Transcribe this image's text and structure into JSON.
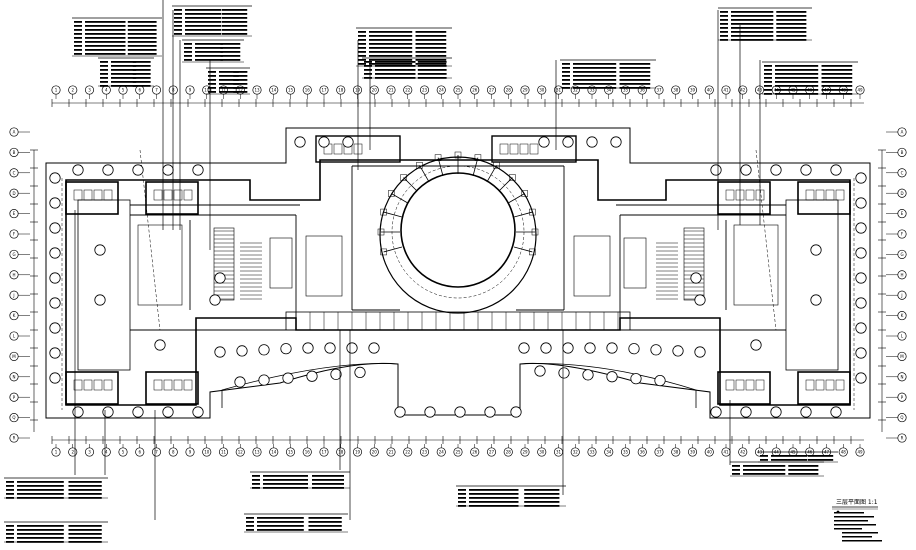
{
  "drawing": {
    "title": "三层平面图  1:1"
  },
  "axis_labels": {
    "top": [
      "1",
      "2",
      "3",
      "4",
      "5",
      "6",
      "7",
      "8",
      "9",
      "10",
      "11",
      "12",
      "13",
      "14",
      "15",
      "16",
      "17",
      "18",
      "19",
      "20",
      "21",
      "22",
      "23",
      "24",
      "25",
      "26",
      "27",
      "28",
      "29",
      "30",
      "31",
      "32",
      "33",
      "34",
      "35",
      "36",
      "37",
      "38",
      "39",
      "40",
      "41",
      "42",
      "43",
      "44",
      "45",
      "46",
      "47",
      "48",
      "49"
    ],
    "bottom": [
      "1",
      "2",
      "3",
      "4",
      "5",
      "6",
      "7",
      "8",
      "9",
      "10",
      "11",
      "12",
      "13",
      "14",
      "15",
      "16",
      "17",
      "18",
      "19",
      "20",
      "21",
      "22",
      "23",
      "24",
      "25",
      "26",
      "27",
      "28",
      "29",
      "30",
      "31",
      "32",
      "33",
      "34",
      "35",
      "36",
      "37",
      "38",
      "39",
      "40",
      "41",
      "42",
      "43",
      "44",
      "45",
      "46",
      "47",
      "48",
      "49"
    ],
    "left": [
      "A",
      "B",
      "C",
      "D",
      "E",
      "F",
      "G",
      "H",
      "J",
      "K",
      "L",
      "M",
      "N",
      "P",
      "Q",
      "R"
    ],
    "right": [
      "A",
      "B",
      "C",
      "D",
      "E",
      "F",
      "G",
      "H",
      "J",
      "K",
      "L",
      "M",
      "N",
      "P",
      "Q",
      "R"
    ]
  },
  "callouts": [
    {
      "id": "c1"
    },
    {
      "id": "c2"
    },
    {
      "id": "c3"
    },
    {
      "id": "c4"
    },
    {
      "id": "c5"
    },
    {
      "id": "c6"
    },
    {
      "id": "c7"
    },
    {
      "id": "c8"
    },
    {
      "id": "c9"
    },
    {
      "id": "c10"
    },
    {
      "id": "c11"
    },
    {
      "id": "c12"
    },
    {
      "id": "c13"
    },
    {
      "id": "c14"
    },
    {
      "id": "c15"
    },
    {
      "id": "c16"
    }
  ]
}
